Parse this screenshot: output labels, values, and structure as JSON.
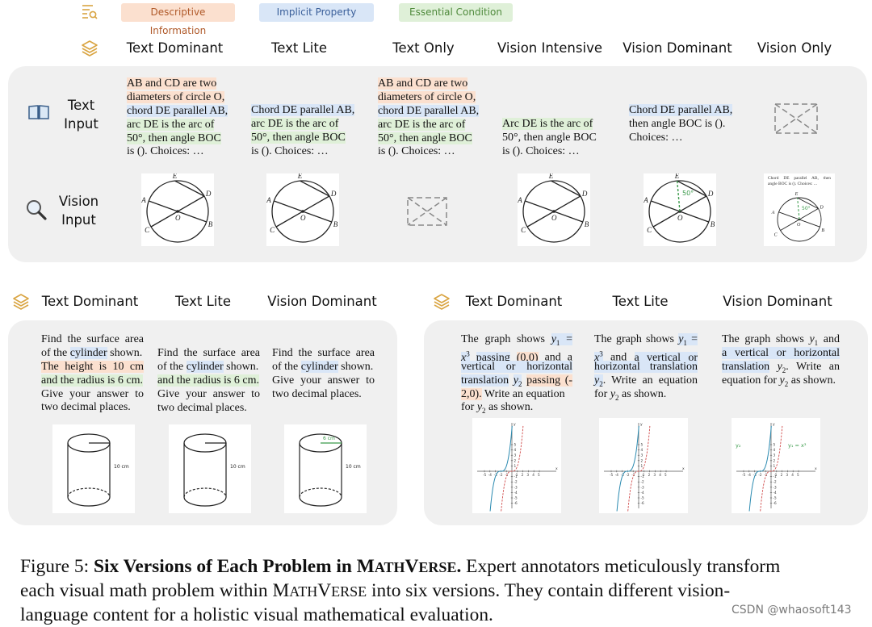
{
  "legend": {
    "descriptive": "Descriptive Information",
    "implicit": "Implicit Property",
    "essential": "Essential Condition",
    "colors": {
      "descriptive": "#fbe0cf",
      "implicit": "#d9e6f7",
      "essential": "#dff0d8"
    }
  },
  "top": {
    "versions": [
      "Text Dominant",
      "Text Lite",
      "Text Only",
      "Vision Intensive",
      "Vision Dominant",
      "Vision Only"
    ],
    "row_text": [
      "Text",
      "Input"
    ],
    "row_vision": [
      "Vision",
      "Input"
    ],
    "texts": {
      "td": [
        "AB and CD are two",
        "diameters of circle O,",
        "chord DE parallel AB,",
        "arc DE is the arc of",
        "50°, then angle BOC",
        "is (). Choices: …"
      ],
      "tl": [
        "Chord DE parallel AB,",
        "arc DE is the arc of",
        "50°, then angle BOC",
        "is (). Choices: …"
      ],
      "to": [
        "AB and CD are two",
        "diameters of circle O,",
        "chord DE parallel AB,",
        "arc DE is the arc of",
        "50°, then angle BOC",
        "is (). Choices: …"
      ],
      "vi": [
        "Arc DE is the arc of",
        "50°, then angle BOC",
        "is (). Choices: …"
      ],
      "vd": [
        "Chord DE parallel AB,",
        "then angle BOC is ().",
        "Choices: …"
      ]
    },
    "labels": {
      "A": "A",
      "B": "B",
      "C": "C",
      "D": "D",
      "E": "E",
      "O": "O"
    },
    "angle": "50°",
    "vo_text": [
      "Chord DE parallel AB, then",
      "angle BOC is (). Choices: ..."
    ]
  },
  "bl": {
    "versions": [
      "Text Dominant",
      "Text Lite",
      "Vision Dominant"
    ],
    "td": [
      "Find the surface area",
      "of the cylinder shown.",
      "The height is 10 cm",
      "and the radius is 6 cm.",
      "Give your answer to",
      "two decimal places."
    ],
    "tl": [
      "Find the surface area",
      "of the cylinder shown.",
      "and the radius is 6 cm.",
      "Give your answer to",
      "two decimal places."
    ],
    "vd": [
      "Find the surface area",
      "of the cylinder shown.",
      "Give your answer to",
      "two decimal places."
    ],
    "height_label": "10 cm",
    "radius_label": "6 cm"
  },
  "br": {
    "versions": [
      "Text Dominant",
      "Text Lite",
      "Vision Dominant"
    ],
    "y1_label": "y₁ = x³",
    "y2_label": "y₂",
    "x_ticks": [
      "-5",
      "-4",
      "-3",
      "-2",
      "-1",
      "1",
      "2",
      "3",
      "4",
      "5"
    ],
    "y_ticks": [
      "5",
      "4",
      "3",
      "2",
      "1",
      "-1",
      "-2",
      "-3",
      "-4",
      "-5",
      "-6"
    ],
    "axis_x": "x",
    "axis_y": "y"
  },
  "caption": {
    "fig": "Figure 5:",
    "bold_pre": "Six Versions of Each Problem in ",
    "bold_name_m": "M",
    "bold_name_ath": "ATH",
    "bold_name_v": "V",
    "bold_name_erse": "ERSE",
    "bold_post": ".",
    "rest1": " Expert annotators meticulously transform",
    "line2_pre": "each visual math problem within ",
    "line2_post": " into six versions.  They contain different vision-",
    "line3": "language content for a holistic visual mathematical evaluation."
  },
  "watermark": "CSDN @whaosoft143"
}
